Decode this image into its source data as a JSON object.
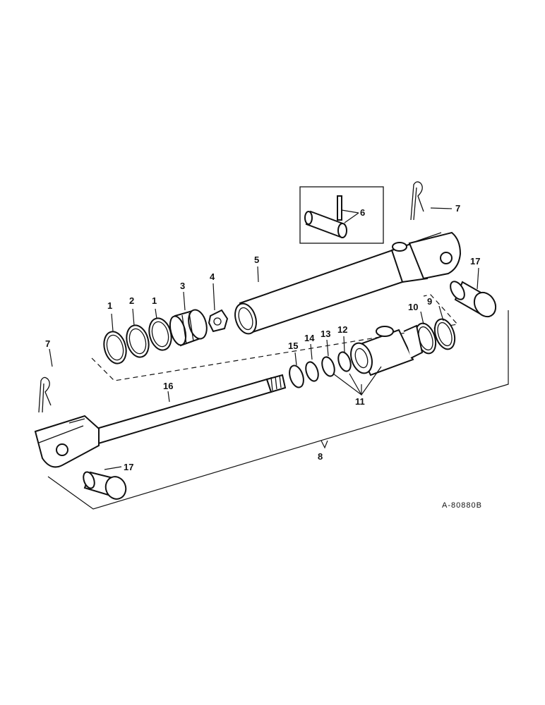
{
  "callouts": {
    "c1a": "1",
    "c1b": "1",
    "c2": "2",
    "c3": "3",
    "c4": "4",
    "c5": "5",
    "c6": "6",
    "c7a": "7",
    "c7b": "7",
    "c8": "8",
    "c9": "9",
    "c10": "10",
    "c11": "11",
    "c12": "12",
    "c13": "13",
    "c14": "14",
    "c15": "15",
    "c16": "16",
    "c17a": "17",
    "c17b": "17"
  },
  "reference_code": "A-80880B"
}
